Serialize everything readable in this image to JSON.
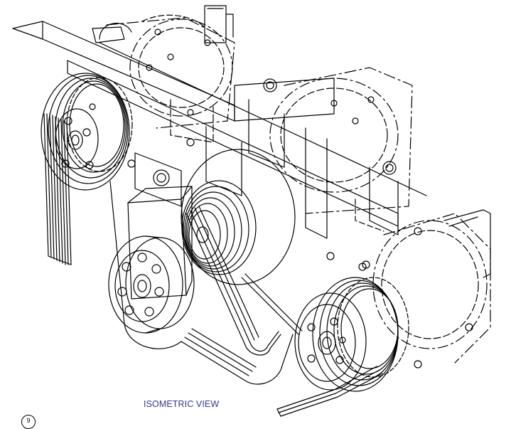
{
  "caption": "ISOMETRIC VIEW",
  "callout_number": "9",
  "colors": {
    "line": "#000000",
    "caption": "#37378f",
    "background": "#ffffff"
  },
  "components": [
    "upper-left-clutch-pulley",
    "upper-compressor",
    "center-crankshaft-pulley",
    "idler-pulley",
    "lower-right-clutch-pulley",
    "lower-compressor",
    "mounting-bracket",
    "drive-belts"
  ]
}
